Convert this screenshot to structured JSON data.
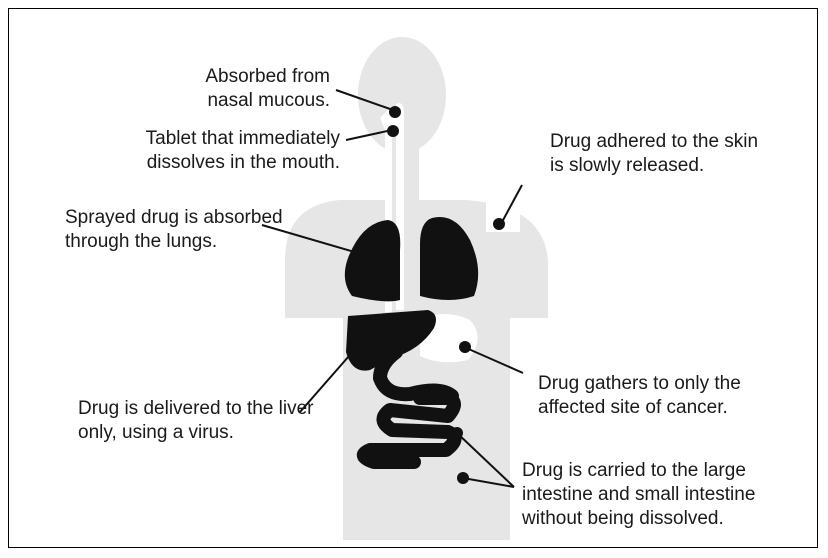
{
  "labels": {
    "nasal": [
      "Absorbed from",
      "nasal mucous."
    ],
    "mouth": [
      "Tablet that immediately",
      "dissolves in the mouth."
    ],
    "lungs": [
      "Sprayed drug is absorbed",
      "through the lungs."
    ],
    "liver": [
      "Drug is delivered to the liver",
      "only, using a virus."
    ],
    "skin": [
      "Drug adhered to the skin",
      "is slowly released."
    ],
    "cancer": [
      "Drug gathers to only the",
      "affected site of cancer."
    ],
    "intestine": [
      "Drug is carried to the large",
      "intestine and small intestine",
      "without being dissolved."
    ]
  },
  "colors": {
    "body": "#e6e6e6",
    "organ": "#111111",
    "text": "#1a1a1a"
  }
}
